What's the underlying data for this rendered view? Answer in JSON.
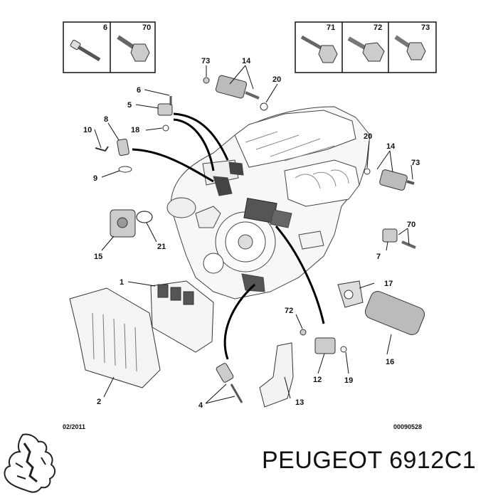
{
  "boxes": {
    "left": [
      "6",
      "70"
    ],
    "right": [
      "71",
      "72",
      "73"
    ]
  },
  "callouts": {
    "c73a": "73",
    "c14a": "14",
    "c20a": "20",
    "c6": "6",
    "c5": "5",
    "c8": "8",
    "c10": "10",
    "c18": "18",
    "c9": "9",
    "c20b": "20",
    "c14b": "14",
    "c73b": "73",
    "c70": "70",
    "c7": "7",
    "c15": "15",
    "c21": "21",
    "c1": "1",
    "c2": "2",
    "c17": "17",
    "c16": "16",
    "c72": "72",
    "c12": "12",
    "c19": "19",
    "c4": "4",
    "c13": "13"
  },
  "footer": {
    "date": "02/2011",
    "ref": "00090528"
  },
  "brand": {
    "text": "PEUGEOT 6912C1"
  }
}
